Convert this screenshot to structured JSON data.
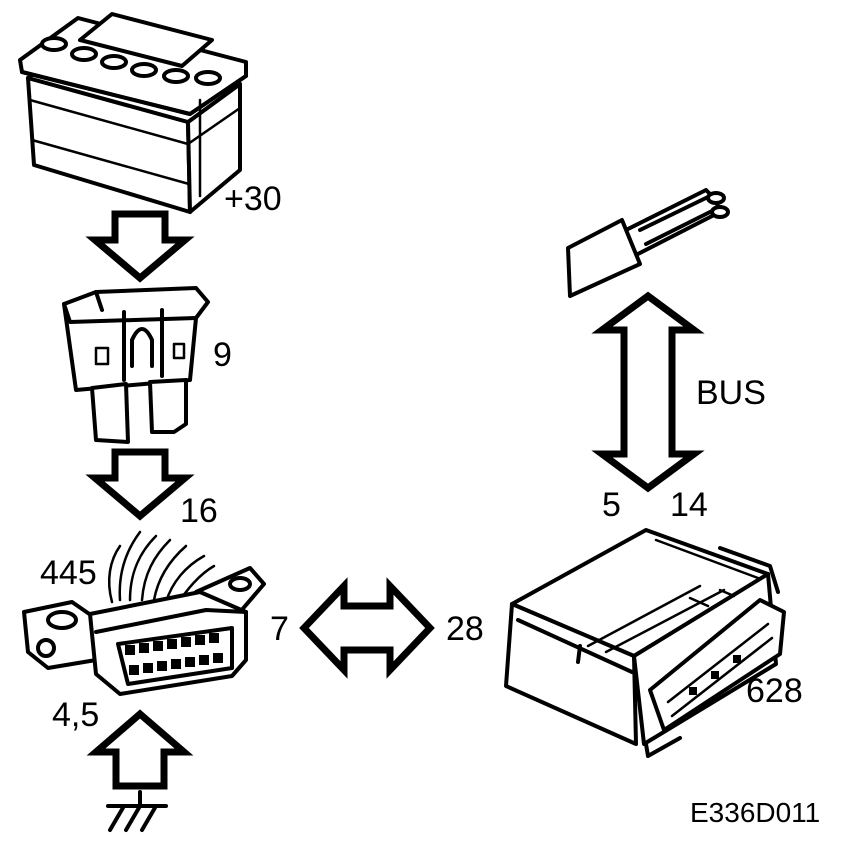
{
  "labels": {
    "battery_terminal": "+30",
    "fuse_number": "9",
    "pin_16": "16",
    "connector_id": "445",
    "pins_ground": "4,5",
    "pin_7": "7",
    "pin_28": "28",
    "bus": "BUS",
    "pin_5": "5",
    "pin_14": "14",
    "control_module_id": "628",
    "figure_code": "E336D011"
  },
  "icons": [
    "battery-icon",
    "fuse-icon",
    "diagnostic-connector-icon",
    "ground-symbol-icon",
    "control-module-icon",
    "bus-cable-icon"
  ]
}
